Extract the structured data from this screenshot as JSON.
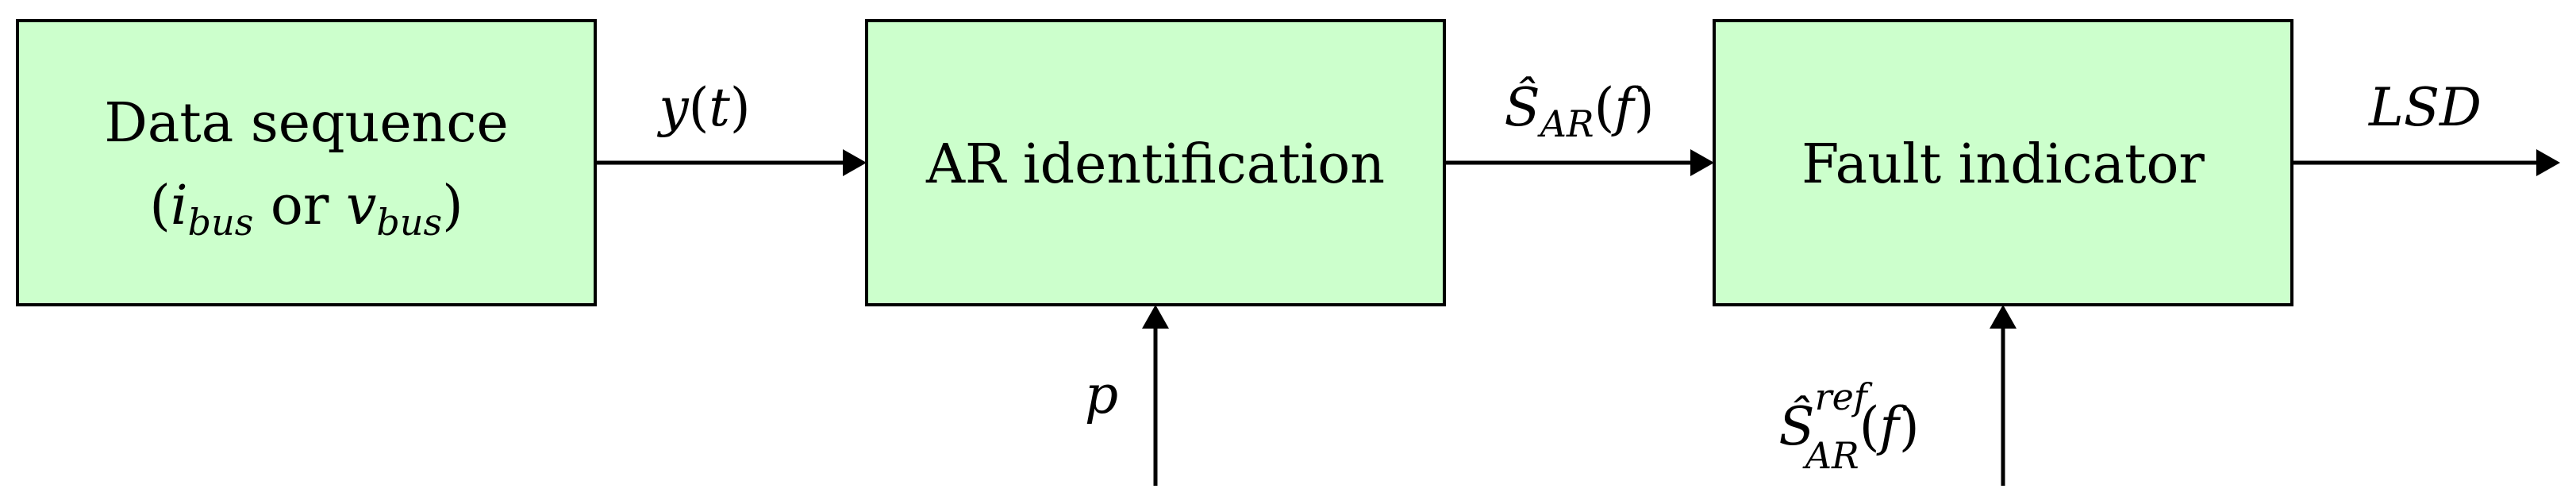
{
  "colors": {
    "block_fill": "#ccffcc",
    "stroke": "#000000",
    "background": "#ffffff"
  },
  "blocks": {
    "data_sequence": {
      "line1": "Data sequence",
      "line2": {
        "open_paren": "(",
        "i": "i",
        "i_sub": "bus",
        "or_text": " or ",
        "v": "v",
        "v_sub": "bus",
        "close_paren": ")"
      }
    },
    "ar_identification": {
      "label": "AR identification"
    },
    "fault_indicator": {
      "label": "Fault indicator"
    }
  },
  "signals": {
    "y": {
      "base": "y",
      "open": "(",
      "arg": "t",
      "close": ")"
    },
    "s_ar": {
      "base": "Ŝ",
      "sub": "AR",
      "open": "(",
      "arg": "f",
      "close": ")"
    },
    "lsd": {
      "label": "LSD"
    },
    "p": {
      "label": "p"
    },
    "s_ref": {
      "base": "Ŝ",
      "sup": "ref",
      "sub": "AR",
      "open": "(",
      "arg": "f",
      "close": ")"
    }
  }
}
